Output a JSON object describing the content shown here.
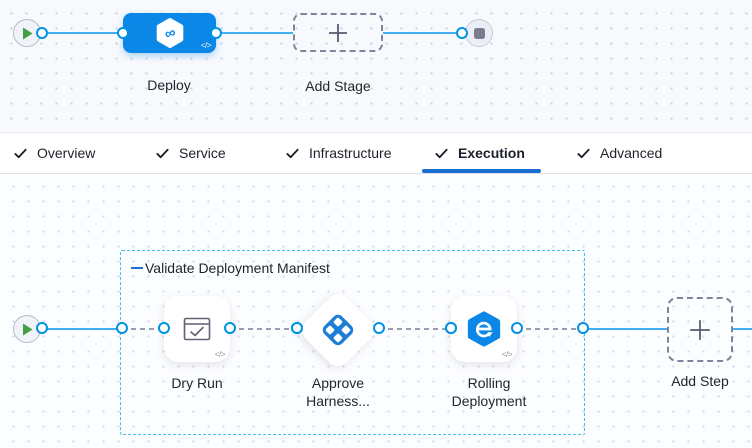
{
  "stage_graph": {
    "stage": {
      "name": "Deploy"
    },
    "add_stage_label": "Add Stage"
  },
  "tabs": {
    "items": [
      {
        "label": "Overview",
        "checked": true,
        "active": false
      },
      {
        "label": "Service",
        "checked": true,
        "active": false
      },
      {
        "label": "Infrastructure",
        "checked": true,
        "active": false
      },
      {
        "label": "Execution",
        "checked": true,
        "active": true
      },
      {
        "label": "Advanced",
        "checked": true,
        "active": false
      }
    ]
  },
  "execution": {
    "group": {
      "label": "Validate Deployment Manifest"
    },
    "steps": [
      {
        "label": "Dry Run"
      },
      {
        "label": "Approve Harness..."
      },
      {
        "label": "Rolling Deployment"
      }
    ],
    "add_step_label": "Add Step"
  },
  "icons": {
    "code_glyph": "</>",
    "infinity_glyph": "∞"
  },
  "colors": {
    "node_blue": "#0b87e7",
    "line_blue": "#44adf2",
    "ring_blue": "#0092e4",
    "tab_underline_blue": "#1b6fd2",
    "group_border_teal": "#3fc0e6",
    "play_green": "#43a047",
    "dashed_gray": "#80839b"
  }
}
